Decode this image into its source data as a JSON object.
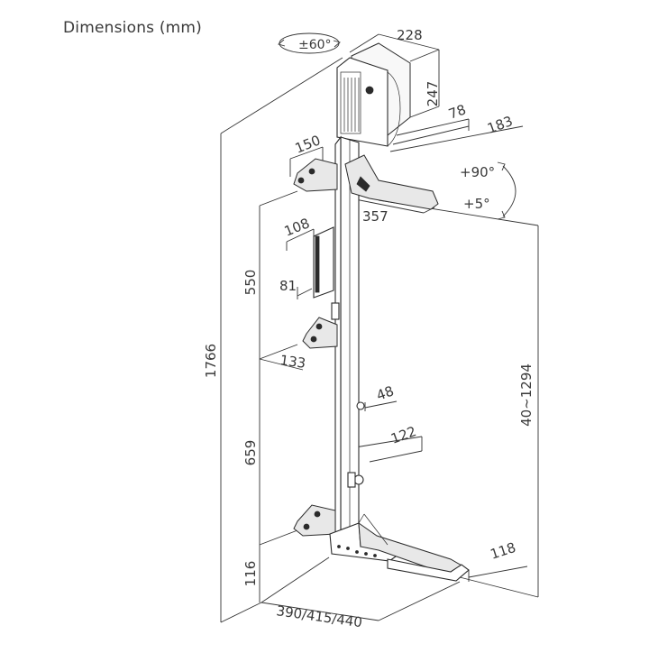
{
  "title": "Dimensions (mm)",
  "labels": {
    "swivel": "±60°",
    "head_width": "228",
    "head_height": "247",
    "head_depth_min": "78",
    "head_depth_max": "183",
    "tilt_up": "+90°",
    "tilt_down": "+5°",
    "top_bracket": "150",
    "arm_length": "357",
    "mid_width": "108",
    "mid_height": "81",
    "upper_span": "550",
    "mid_bracket": "133",
    "total_height": "1766",
    "height_range": "40~1294",
    "clamp_48": "48",
    "clamp_122": "122",
    "lower_span": "659",
    "bottom_offset": "116",
    "base_arm": "118",
    "base_depth": "390/415/440"
  }
}
